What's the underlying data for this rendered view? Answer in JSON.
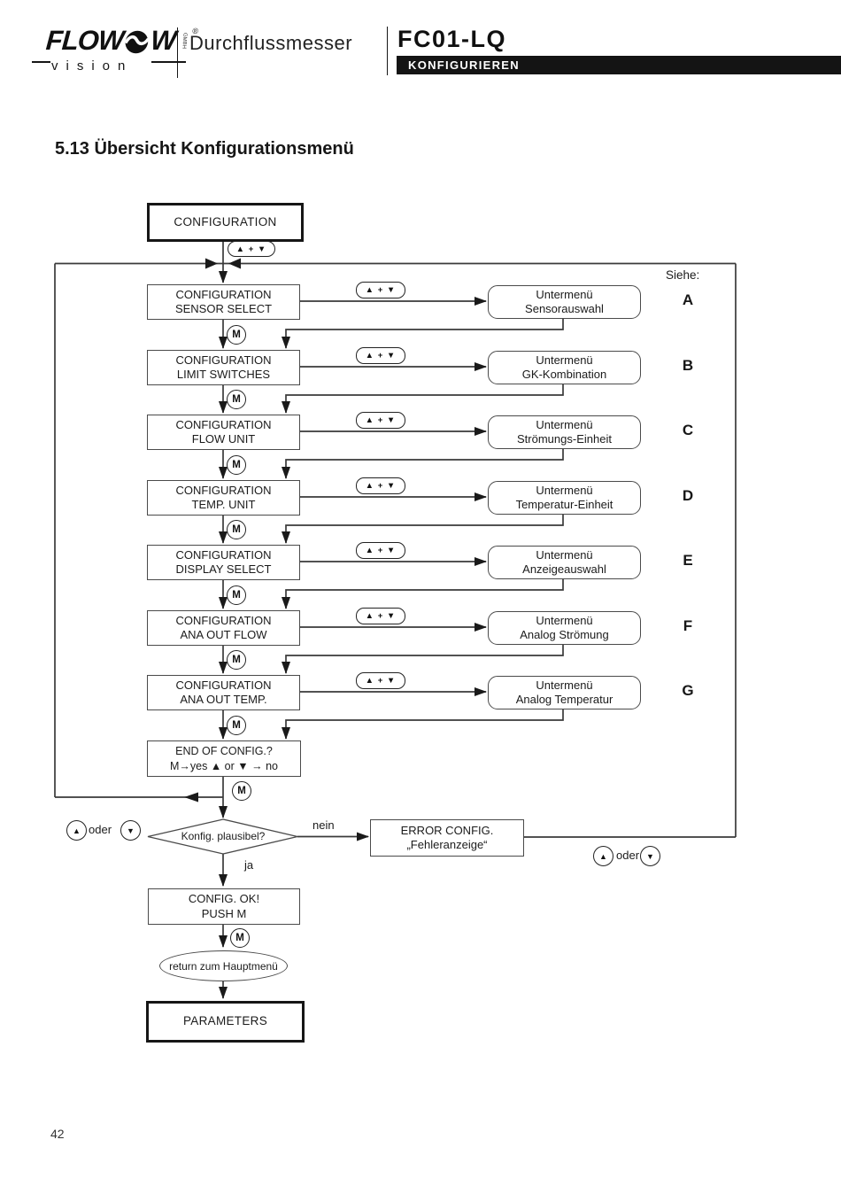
{
  "header": {
    "brand_top": "FLOW",
    "brand_sub": "vision",
    "brand_gmbh": "GMBH",
    "registered_mark": "®",
    "product_type": "Durchflussmesser",
    "model": "FC01-LQ",
    "banner": "KONFIGURIEREN"
  },
  "section": {
    "title": "5.13 Übersicht Konfigurationsmenü",
    "see_label": "Siehe:",
    "page_number": "42"
  },
  "keys": {
    "up_down": "▲ + ▼",
    "menu": "M",
    "up": "▲",
    "down": "▼",
    "or_label": "oder"
  },
  "flow": {
    "start": "CONFIGURATION",
    "rows": [
      {
        "line1": "CONFIGURATION",
        "line2": "SENSOR SELECT",
        "sub1": "Untermenü",
        "sub2": "Sensorauswahl",
        "ref": "A"
      },
      {
        "line1": "CONFIGURATION",
        "line2": "LIMIT SWITCHES",
        "sub1": "Untermenü",
        "sub2": "GK-Kombination",
        "ref": "B"
      },
      {
        "line1": "CONFIGURATION",
        "line2": "FLOW UNIT",
        "sub1": "Untermenü",
        "sub2": "Strömungs-Einheit",
        "ref": "C"
      },
      {
        "line1": "CONFIGURATION",
        "line2": "TEMP. UNIT",
        "sub1": "Untermenü",
        "sub2": "Temperatur-Einheit",
        "ref": "D"
      },
      {
        "line1": "CONFIGURATION",
        "line2": "DISPLAY SELECT",
        "sub1": "Untermenü",
        "sub2": "Anzeigeauswahl",
        "ref": "E"
      },
      {
        "line1": "CONFIGURATION",
        "line2": "ANA OUT FLOW",
        "sub1": "Untermenü",
        "sub2": "Analog Strömung",
        "ref": "F"
      },
      {
        "line1": "CONFIGURATION",
        "line2": "ANA OUT TEMP.",
        "sub1": "Untermenü",
        "sub2": "Analog Temperatur",
        "ref": "G"
      }
    ],
    "end_box": {
      "line1": "END OF CONFIG.?",
      "line2": "M→yes ▲ or ▼ → no"
    },
    "decision": {
      "question": "Konfig. plausibel?",
      "no_label": "nein",
      "yes_label": "ja"
    },
    "error_box": {
      "line1": "ERROR CONFIG.",
      "line2": "„Fehleranzeige“"
    },
    "ok_box": {
      "line1": "CONFIG. OK!",
      "line2": "PUSH M"
    },
    "return_node": "return zum Hauptmenü",
    "end": "PARAMETERS"
  }
}
